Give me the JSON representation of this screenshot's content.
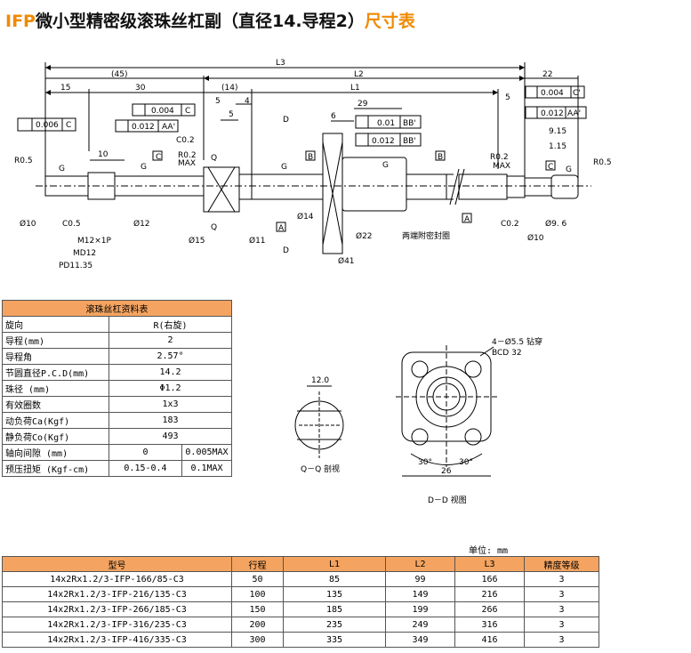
{
  "title": {
    "prefix": "IFP",
    "main": "微小型精密级滚珠丝杠副（直径14.导程2）",
    "suffix": "尺寸表"
  },
  "colors": {
    "accent": "#f08a00",
    "header_bg": "#f4a460"
  },
  "drawing": {
    "dims": {
      "L3": "L3",
      "L2": "L2",
      "L1": "L1",
      "d22": "22",
      "d45": "(45)",
      "d14": "(14)",
      "d15": "15",
      "d30": "30",
      "d5a": "5",
      "d4": "4",
      "d5b": "5",
      "d6": "6",
      "d29": "29",
      "d5c": "5",
      "d10": "10",
      "tol_006": "0.006",
      "tol_004a": "0.004",
      "tol_0012a": "0.012",
      "tol_001": "0.01",
      "tol_0012b": "0.012",
      "tol_004b": "0.004",
      "tol_0012c": "0.012",
      "ref_C": "C",
      "ref_AA": "AA'",
      "ref_BB": "BB'",
      "ref_C2": "C'",
      "c02a": "C0.2",
      "max": "MAX",
      "r02a": "R0.2",
      "r05a": "R0.5",
      "r02b": "R0.2",
      "max2": "MAX",
      "r05b": "R0.5",
      "d915": "9.15",
      "d115": "1.15",
      "G": "G",
      "Q": "Q",
      "D": "D",
      "A": "A",
      "B": "B",
      "phi10": "Ø10",
      "c05": "C0.5",
      "phi12": "Ø12",
      "m12": "M12×1P",
      "md12": "MD12",
      "pd1135": "PD11.35",
      "phi15": "Ø15",
      "phi11": "Ø11",
      "phi14": "Ø14",
      "phi41": "Ø41",
      "phi22": "Ø22",
      "seal": "两端附密封圈",
      "c02b": "C0.2",
      "phi10b": "Ø10",
      "phi96": "Ø9. 6",
      "d120": "12.0",
      "qq": "Q－Q 剖视",
      "holes": "4－Ø5.5 钻穿",
      "bcd": "BCD 32",
      "d26": "26",
      "a30a": "30°",
      "a30b": "30°",
      "dd": "D－D 视图"
    }
  },
  "spec": {
    "heading": "滚珠丝杠资料表",
    "rows": [
      {
        "k": "旋向",
        "v": "R(右旋)"
      },
      {
        "k": "导程(mm)",
        "v": "2"
      },
      {
        "k": "导程角",
        "v": "2.57°"
      },
      {
        "k": "节圆直径P.C.D(mm)",
        "v": "14.2"
      },
      {
        "k": "珠径 (mm)",
        "v": "Φ1.2"
      },
      {
        "k": "有效圈数",
        "v": "1x3"
      },
      {
        "k": "动负荷Ca(Kgf)",
        "v": "183"
      },
      {
        "k": "静负荷Co(Kgf)",
        "v": "493"
      }
    ],
    "split_rows": [
      {
        "k": "轴向间隙 (mm)",
        "v1": "0",
        "v2": "0.005MAX"
      },
      {
        "k": "预压扭矩 (Kgf-cm)",
        "v1": "0.15-0.4",
        "v2": "0.1MAX"
      }
    ]
  },
  "unit": "单位:  mm",
  "models": {
    "headers": [
      "型号",
      "行程",
      "L1",
      "L2",
      "L3",
      "精度等级"
    ],
    "rows": [
      [
        "14x2Rx1.2/3-IFP-166/85-C3",
        "50",
        "85",
        "99",
        "166",
        "3"
      ],
      [
        "14x2Rx1.2/3-IFP-216/135-C3",
        "100",
        "135",
        "149",
        "216",
        "3"
      ],
      [
        "14x2Rx1.2/3-IFP-266/185-C3",
        "150",
        "185",
        "199",
        "266",
        "3"
      ],
      [
        "14x2Rx1.2/3-IFP-316/235-C3",
        "200",
        "235",
        "249",
        "316",
        "3"
      ],
      [
        "14x2Rx1.2/3-IFP-416/335-C3",
        "300",
        "335",
        "349",
        "416",
        "3"
      ]
    ]
  }
}
